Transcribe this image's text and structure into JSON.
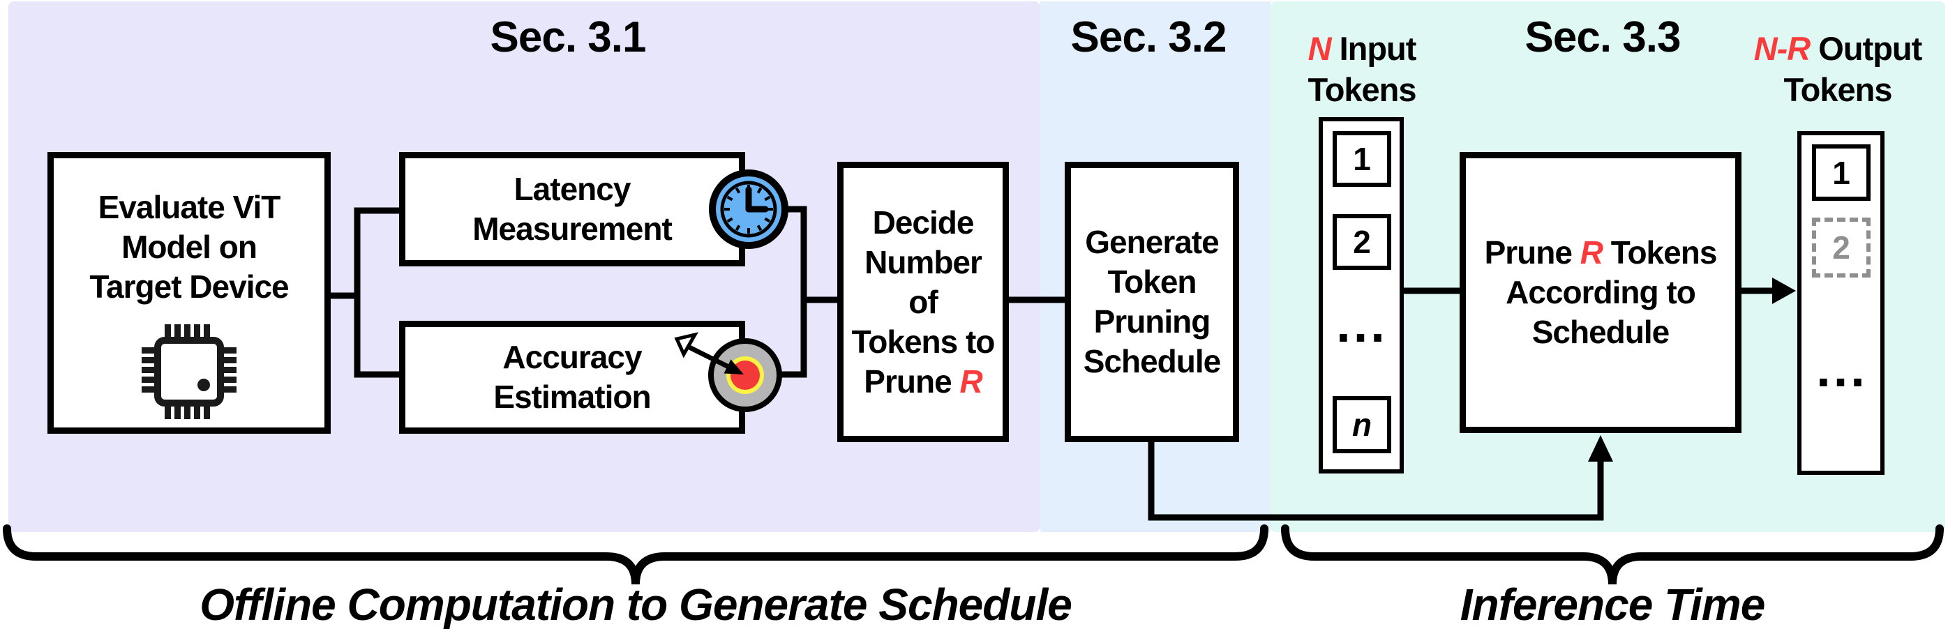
{
  "sections": [
    {
      "title": "Sec. 3.1"
    },
    {
      "title": "Sec. 3.2"
    },
    {
      "title": "Sec. 3.3"
    }
  ],
  "colors": {
    "section1_bg": "#E7E6FA",
    "section2_bg": "#E3EFFC",
    "section3_bg": "#E0F8F4",
    "highlight_red": "#F93B3B",
    "clock_blue": "#66B2F5",
    "target_gray": "#B5B5B5",
    "target_yellow": "#FBF245",
    "target_red": "#F4393B",
    "pruned_token_gray": "#8F8F8F"
  },
  "boxes": {
    "evaluate": {
      "lines": [
        "Evaluate ViT",
        "Model on",
        "Target Device"
      ]
    },
    "latency": {
      "lines": [
        "Latency",
        "Measurement"
      ]
    },
    "accuracy": {
      "lines": [
        "Accuracy",
        "Estimation"
      ]
    },
    "decide": {
      "lines": [
        "Decide",
        "Number",
        "of",
        "Tokens to"
      ],
      "last_prefix": "Prune ",
      "last_var": "R"
    },
    "generate": {
      "lines": [
        "Generate",
        "Token",
        "Pruning",
        "Schedule"
      ]
    },
    "prune": {
      "l1_prefix": "Prune ",
      "l1_var": "R",
      "l1_suffix": " Tokens",
      "l2": "According to",
      "l3": "Schedule"
    }
  },
  "input_column": {
    "label_var": "N",
    "label_rest": " Input",
    "label_line2": "Tokens",
    "token1": "1",
    "token2": "2",
    "ellipsis": "...",
    "token_n": "n"
  },
  "output_column": {
    "label_var": "N-R",
    "label_rest": " Output",
    "label_line2": "Tokens",
    "token1": "1",
    "token2": "2",
    "ellipsis": "..."
  },
  "captions": {
    "offline": "Offline Computation to Generate Schedule",
    "inference": "Inference Time"
  }
}
